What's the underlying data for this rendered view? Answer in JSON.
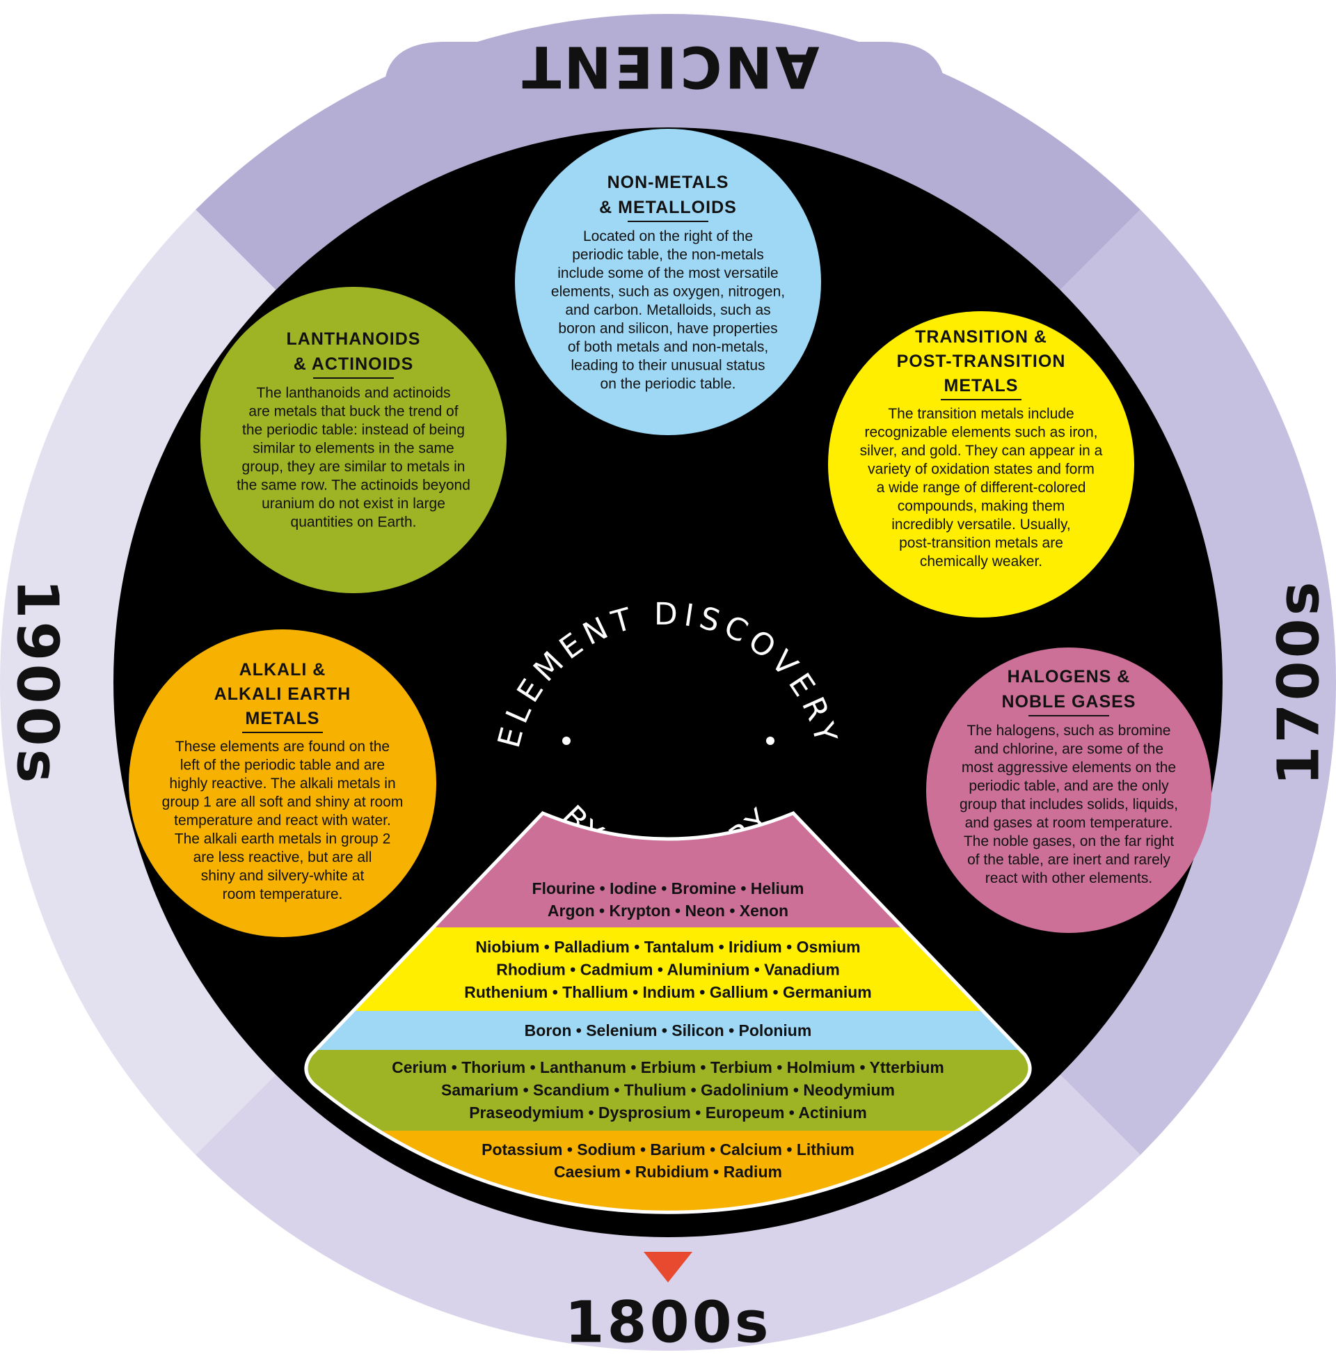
{
  "eras": {
    "top": "ANCIENT",
    "right": "1700s",
    "bottom": "1800s",
    "left": "1900s"
  },
  "center": {
    "title_upper": "ELEMENT DISCOVERY",
    "title_lower": "BY CENTURY"
  },
  "groups": {
    "nonmetals": {
      "title": [
        "NON-METALS",
        "& METALLOIDS"
      ],
      "body": [
        "Located on the right of the",
        "periodic table, the non-metals",
        "include some of the most versatile",
        "elements, such as oxygen, nitrogen,",
        "and carbon. Metalloids, such as",
        "boron and silicon, have properties",
        "of both metals and non-metals,",
        "leading to their unusual status",
        "on the periodic table."
      ]
    },
    "lanthanoids": {
      "title": [
        "LANTHANOIDS",
        "& ACTINOIDS"
      ],
      "body": [
        "The lanthanoids and actinoids",
        "are metals that buck the trend of",
        "the periodic table: instead of being",
        "similar to elements in the same",
        "group, they are similar to metals in",
        "the same row. The actinoids beyond",
        "uranium do not exist in large",
        "quantities on Earth."
      ]
    },
    "transition": {
      "title": [
        "TRANSITION &",
        "POST-TRANSITION",
        "METALS"
      ],
      "body": [
        "The transition metals include",
        "recognizable elements such as iron,",
        "silver, and gold. They can appear in a",
        "variety of oxidation states and form",
        "a wide range of different-colored",
        "compounds, making them",
        "incredibly versatile. Usually,",
        "post-transition metals are",
        "chemically weaker."
      ]
    },
    "alkali": {
      "title": [
        "ALKALI &",
        "ALKALI EARTH",
        "METALS"
      ],
      "body": [
        "These elements are found on the",
        "left of the periodic table and are",
        "highly reactive. The alkali metals in",
        "group 1 are all soft and shiny at room",
        "temperature and react with water.",
        "The alkali earth metals in group 2",
        "are less reactive, but are all",
        "shiny and silvery-white at",
        "room temperature."
      ]
    },
    "halogens": {
      "title": [
        "HALOGENS &",
        "NOBLE GASES"
      ],
      "body": [
        "The halogens, such as bromine",
        "and chlorine, are some of the",
        "most aggressive elements on the",
        "periodic table, and are the only",
        "group that includes solids, liquids,",
        "and gases at room temperature.",
        "The noble gases, on the far right",
        "of the table, are inert and rarely",
        "react with other elements."
      ]
    }
  },
  "bands": {
    "halogens": [
      "Flourine • Iodine • Bromine • Helium",
      "Argon • Krypton • Neon • Xenon"
    ],
    "transition": [
      "Niobium • Palladium • Tantalum • Iridium • Osmium",
      "Rhodium • Cadmium • Aluminium • Vanadium",
      "Ruthenium • Thallium • Indium • Gallium • Germanium"
    ],
    "nonmetals": [
      "Boron • Selenium • Silicon • Polonium"
    ],
    "lanthanoids": [
      "Cerium • Thorium • Lanthanum • Erbium • Terbium • Holmium • Ytterbium",
      "Samarium • Scandium • Thulium • Gadolinium • Neodymium",
      "Praseodymium • Dysprosium • Europeum • Actinium"
    ],
    "alkali": [
      "Potassium • Sodium • Barium • Calcium • Lithium",
      "Caesium • Rubidium • Radium"
    ]
  },
  "colors": {
    "ring_top": "#b5aed4",
    "ring_right": "#c5bfe0",
    "ring_bottom": "#d8d3ea",
    "ring_left": "#e3e0f0",
    "disc": "#000000",
    "nonmetals": "#9fd8f5",
    "lanthanoids": "#9fb424",
    "transition": "#ffee00",
    "alkali": "#f7b100",
    "halogens": "#cc7098",
    "pointer": "#e84a2f"
  }
}
